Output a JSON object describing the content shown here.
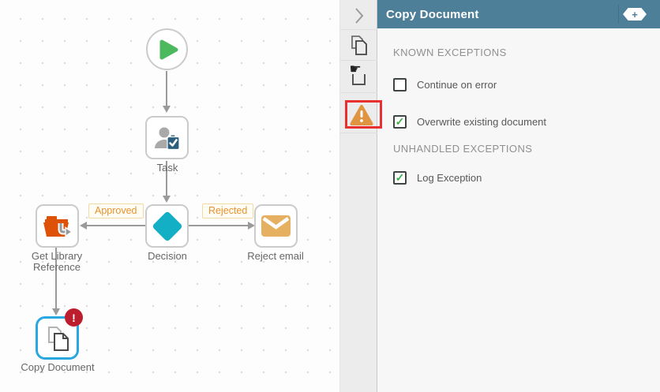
{
  "panel": {
    "title": "Copy Document",
    "add_label": "+",
    "sections": {
      "known": {
        "heading": "KNOWN EXCEPTIONS",
        "continue_on_error": {
          "label": "Continue on error",
          "check": ""
        },
        "overwrite": {
          "label": "Overwrite existing document",
          "check": "✓"
        }
      },
      "unhandled": {
        "heading": "UNHANDLED EXCEPTIONS",
        "log_exception": {
          "label": "Log Exception",
          "check": "✓"
        }
      }
    }
  },
  "canvas": {
    "task": {
      "label": "Task"
    },
    "decision": {
      "label": "Decision"
    },
    "library": {
      "label_line1": "Get Library",
      "label_line2": "Reference"
    },
    "reject": {
      "label": "Reject email"
    },
    "copy": {
      "label": "Copy Document",
      "badge": "!"
    },
    "edges": {
      "approved": "Approved",
      "rejected": "Rejected"
    }
  },
  "colors": {
    "header_teal": "#4e7f98",
    "selection_blue": "#2aa7e0",
    "warning_orange": "#e09440",
    "error_badge_red": "#bd1e2d",
    "highlight_red": "#e8302e",
    "check_green": "#3fae49",
    "start_green": "#4cb95f",
    "decision_cyan": "#13b0c5",
    "folder_orange": "#dd5206",
    "envelope_tan": "#e6b061",
    "edge_label_orange": "#e8922e"
  }
}
